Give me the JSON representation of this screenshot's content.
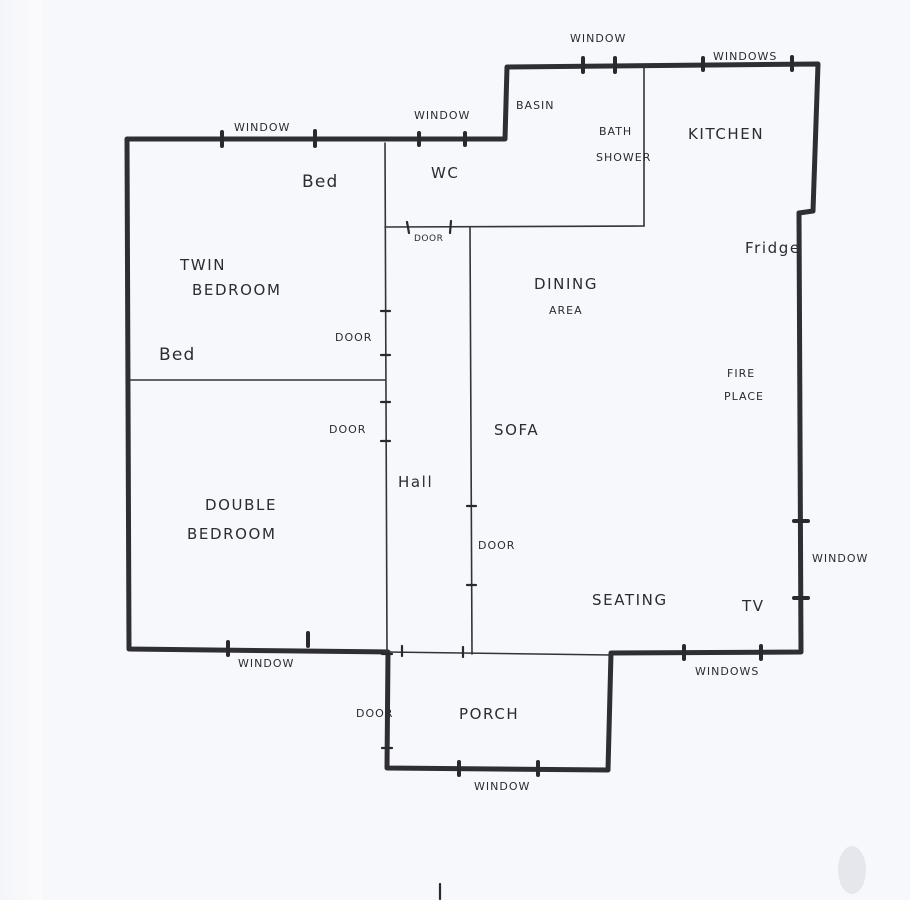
{
  "labels": {
    "window_top_left": "WINDOW",
    "window_top_mid": "WINDOW",
    "window_top_right": "WINDOW",
    "windows_kitchen": "WINDOWS",
    "basin": "BASIN",
    "bath_line1": "BATH",
    "bath_line2": "SHOWER",
    "kitchen": "KITCHEN",
    "bed_top": "Bed",
    "wc": "WC",
    "door_wc": "DOOR",
    "fridge": "Fridge",
    "twin_line1": "TWIN",
    "twin_line2": "BEDROOM",
    "dining_line1": "DINING",
    "dining_line2": "AREA",
    "door_twin": "DOOR",
    "bed_left": "Bed",
    "fire_line1": "FIRE",
    "fire_line2": "PLACE",
    "door_double": "DOOR",
    "sofa": "SOFA",
    "hall": "Hall",
    "double_line1": "DOUBLE",
    "double_line2": "BEDROOM",
    "door_lounge": "DOOR",
    "window_right": "WINDOW",
    "seating": "SEATING",
    "tv": "TV",
    "window_bottom_left": "WINDOW",
    "windows_bottom_right": "WINDOWS",
    "door_porch": "DOOR",
    "porch": "PORCH",
    "window_porch": "WINDOW"
  }
}
